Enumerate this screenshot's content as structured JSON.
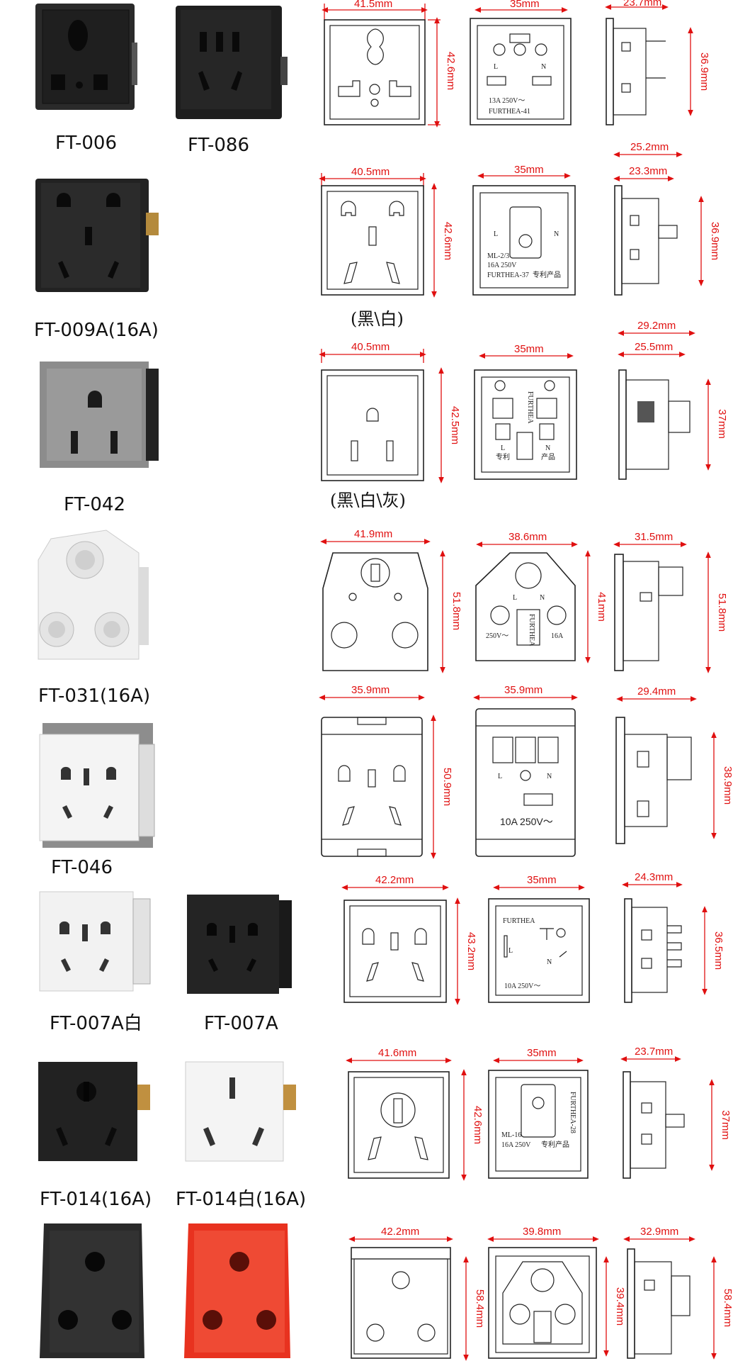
{
  "models": [
    {
      "code": "FT-006"
    },
    {
      "code": "FT-086"
    },
    {
      "code": "FT-009A(16A)"
    },
    {
      "code": "FT-042"
    },
    {
      "code": "FT-031(16A)"
    },
    {
      "code": "FT-046"
    },
    {
      "code": "FT-007A白"
    },
    {
      "code": "FT-007A"
    },
    {
      "code": "FT-014(16A)"
    },
    {
      "code": "FT-014白(16A)"
    }
  ],
  "color_notes": [
    "(黑\\白)",
    "(黑\\白\\灰)"
  ],
  "dimensions": {
    "r1": {
      "front_w": "41.5mm",
      "front_h": "42.6mm",
      "back_w": "35mm",
      "side_h": "36.9mm",
      "side_w": "23.7mm"
    },
    "r2": {
      "front_w": "40.5mm",
      "front_h": "42.6mm",
      "back_w": "35mm",
      "side_w1": "25.2mm",
      "side_w2": "23.3mm",
      "side_h": "36.9mm"
    },
    "r3": {
      "front_w": "40.5mm",
      "front_h": "42.5mm",
      "back_w": "35mm",
      "side_w1": "29.2mm",
      "side_w2": "25.5mm",
      "side_h": "37mm"
    },
    "r4": {
      "front_w": "41.9mm",
      "front_h": "51.8mm",
      "back_w": "38.6mm",
      "back_h": "41mm",
      "side_w": "31.5mm",
      "side_h": "51.8mm"
    },
    "r5": {
      "front_w": "35.9mm",
      "front_h": "50.9mm",
      "back_w": "35.9mm",
      "side_w": "29.4mm",
      "side_h": "38.9mm"
    },
    "r6": {
      "front_w": "42.2mm",
      "front_h": "43.2mm",
      "back_w": "35mm",
      "side_w": "24.3mm",
      "side_h": "36.5mm"
    },
    "r7": {
      "front_w": "41.6mm",
      "front_h": "42.6mm",
      "back_w": "35mm",
      "side_w": "23.7mm",
      "side_h": "37mm"
    },
    "r8": {
      "front_w": "42.2mm",
      "front_h": "58.4mm",
      "back_w": "39.8mm",
      "back_h": "39.4mm",
      "side_w": "32.9mm",
      "side_h": "58.4mm"
    }
  },
  "markings": {
    "r1_rating": "13A 250V～",
    "r1_brand": "FURTHEA-41",
    "L": "L",
    "N": "N",
    "r2_line1": "ML-2/3",
    "r2_line2": "16A 250V",
    "r2_line3": "FURTHEA-37",
    "r2_patent": "专利产品",
    "r3_brand": "FURTHEA",
    "r3_zhuan": "专利",
    "r3_chan": "产品",
    "r4_v": "250V～",
    "r4_a": "16A",
    "r4_brand": "FURTHEA",
    "r5_rating": "10A 250V～",
    "r6_brand": "FURTHEA",
    "r6_rating": "10A 250V～",
    "r7_line1": "ML-16",
    "r7_line2": "16A 250V",
    "r7_brand": "FURTHEA-28",
    "r7_patent": "专利产品"
  },
  "colors": {
    "dimension": "#e01010",
    "black_body": "#262626",
    "white_body": "#eeeeee",
    "gray_face": "#8c8c8c",
    "red_body": "#e8321f"
  }
}
